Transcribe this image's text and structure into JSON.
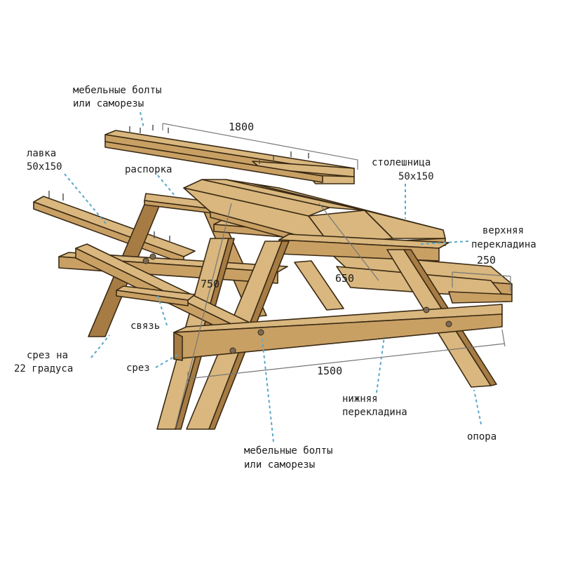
{
  "colors": {
    "wood_light": "#d9b77e",
    "wood_mid": "#c9a064",
    "wood_dark": "#a67c44",
    "outline": "#3a2a14",
    "leader": "#5aa7c9",
    "dimension_line": "#777777"
  },
  "labels": {
    "bolts_top_1": "мебельные болты",
    "bolts_top_2": "или саморезы",
    "bench_1": "лавка",
    "bench_2": "50x150",
    "spacer": "распорка",
    "tabletop_1": "столешница",
    "tabletop_2": "50x150",
    "top_crossbar_1": "верхняя",
    "top_crossbar_2": "перекладина",
    "tie": "связь",
    "cut22_1": "срез на",
    "cut22_2": "22 градуса",
    "cut": "срез",
    "bottom_crossbar_1": "нижняя",
    "bottom_crossbar_2": "перекладина",
    "support": "опора",
    "bolts_bottom_1": "мебельные болты",
    "bolts_bottom_2": "или саморезы"
  },
  "dimensions": {
    "board_length": "1800",
    "depth_750": "750",
    "depth_650": "650",
    "bench_depth": "250",
    "bottom_length": "1500"
  }
}
